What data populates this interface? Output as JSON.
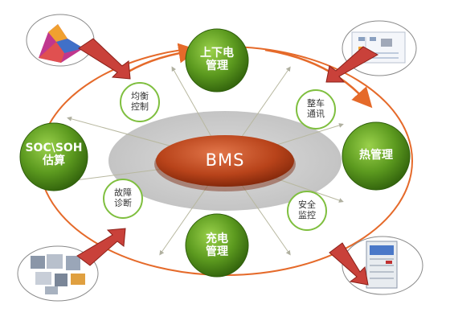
{
  "center": {
    "label": "BMS"
  },
  "main_nodes": {
    "top": "上下电\n管理",
    "left": "SOC\\SOH\n估算",
    "right": "热管理",
    "bottom": "充电\n管理"
  },
  "small_nodes": {
    "balance": "均衡\n控制",
    "comm": "整车\n通讯",
    "fault": "故障\n诊断",
    "safety": "安全\n监控"
  },
  "colors": {
    "green_dark": "#3f7a12",
    "green_light": "#8cc63f",
    "bms_core": "#b8431a",
    "orbit": "#e56a2a",
    "arrow": "#c9413a",
    "small_border": "#7fbf3f"
  },
  "icons": [
    "surface-plot-icon",
    "circuit-screen-icon",
    "puzzle-pieces-icon",
    "server-cabinet-icon"
  ]
}
